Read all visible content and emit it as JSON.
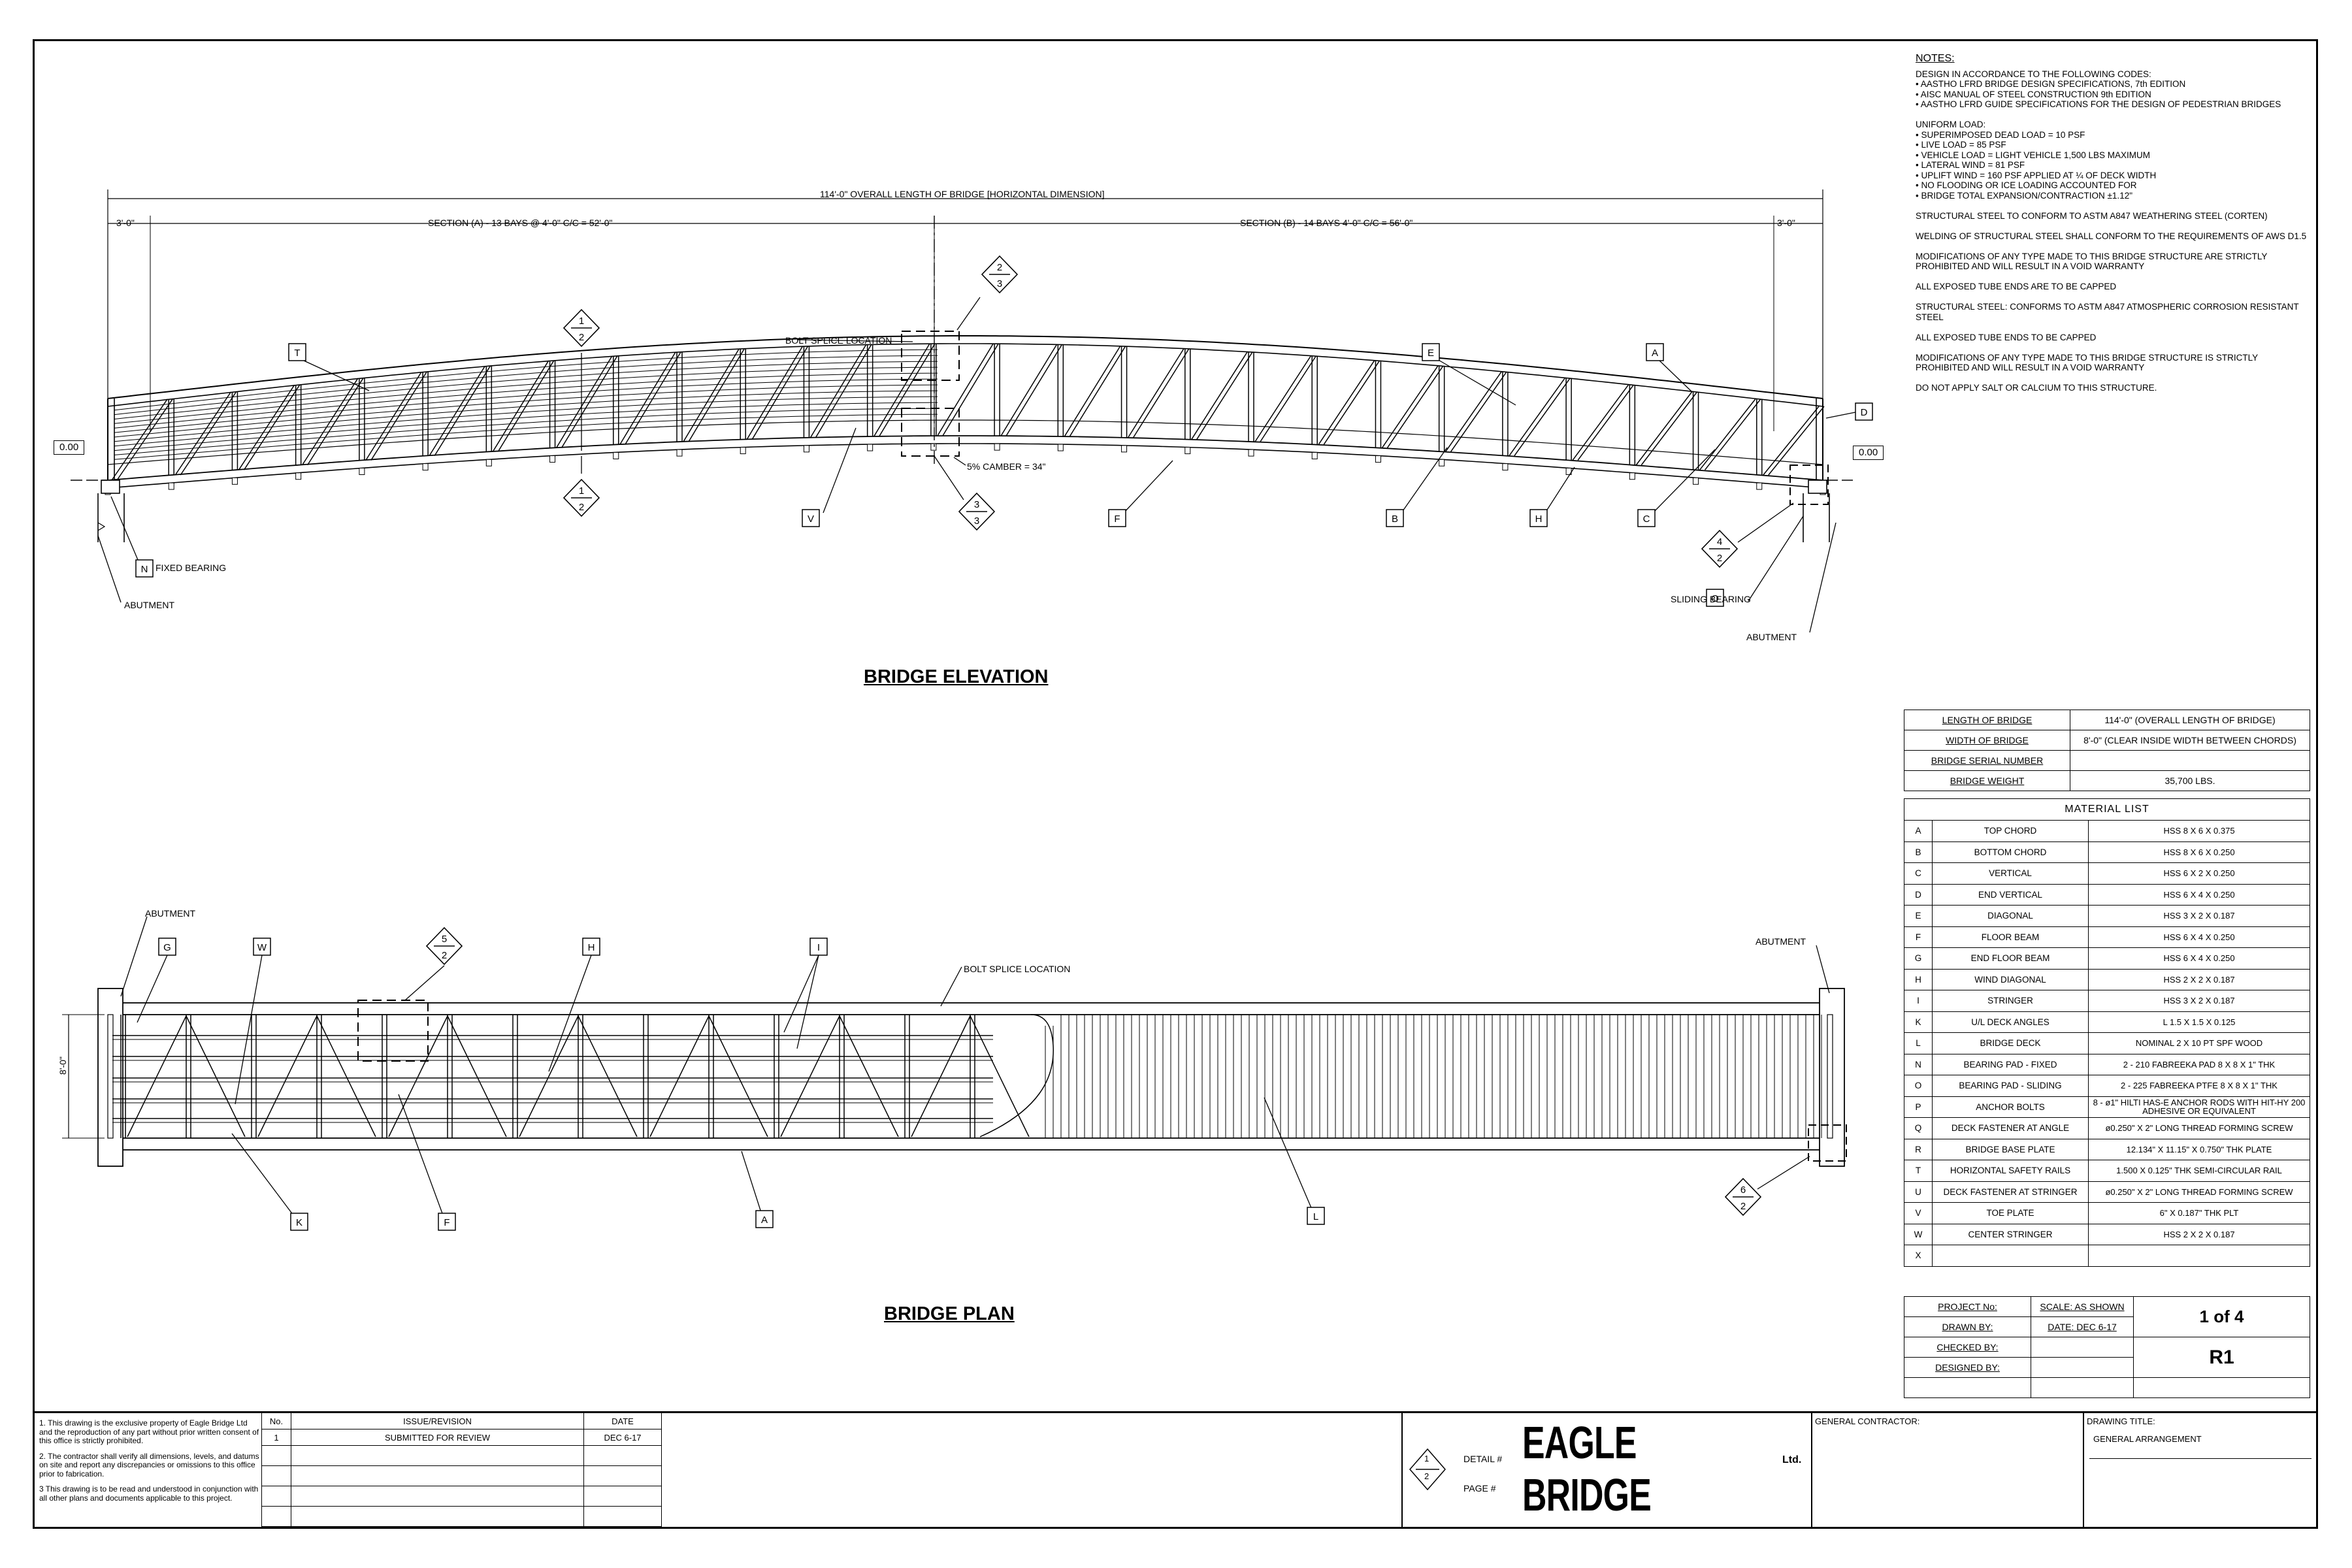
{
  "notes": {
    "heading": "NOTES:",
    "lines": [
      "DESIGN IN ACCORDANCE TO THE FOLLOWING CODES:",
      "  •  AASTHO LFRD BRIDGE DESIGN SPECIFICATIONS, 7th EDITION",
      "  •  AISC MANUAL OF STEEL CONSTRUCTION 9th EDITION",
      "  •  AASTHO LFRD GUIDE SPECIFICATIONS FOR THE DESIGN OF PEDESTRIAN BRIDGES",
      "",
      "UNIFORM LOAD:",
      "  •  SUPERIMPOSED DEAD LOAD = 10 PSF",
      "  •  LIVE LOAD = 85 PSF",
      "  •  VEHICLE LOAD = LIGHT VEHICLE 1,500 LBS MAXIMUM",
      "  •  LATERAL WIND = 81 PSF",
      "  •  UPLIFT WIND = 160 PSF APPLIED AT ¼ OF DECK WIDTH",
      "  •  NO FLOODING OR ICE LOADING ACCOUNTED FOR",
      "  •  BRIDGE TOTAL EXPANSION/CONTRACTION ±1.12\"",
      "",
      "STRUCTURAL STEEL TO CONFORM TO ASTM A847 WEATHERING STEEL (CORTEN)",
      "",
      "WELDING OF STRUCTURAL STEEL SHALL CONFORM TO THE REQUIREMENTS OF AWS D1.5",
      "",
      "MODIFICATIONS OF ANY TYPE MADE TO THIS BRIDGE STRUCTURE ARE STRICTLY",
      "PROHIBITED AND WILL RESULT IN A VOID WARRANTY",
      "",
      "ALL EXPOSED TUBE ENDS ARE TO BE CAPPED",
      "",
      "STRUCTURAL STEEL: CONFORMS TO ASTM A847 ATMOSPHERIC CORROSION RESISTANT",
      "STEEL",
      "",
      "ALL EXPOSED TUBE ENDS TO BE CAPPED",
      "",
      "MODIFICATIONS OF ANY TYPE MADE TO THIS BRIDGE STRUCTURE IS STRICTLY",
      "PROHIBITED AND WILL RESULT IN A VOID WARRANTY",
      "",
      "DO NOT APPLY SALT OR CALCIUM TO THIS STRUCTURE."
    ]
  },
  "elevation": {
    "title": "BRIDGE ELEVATION",
    "overall_dim": "114'-0\" OVERALL LENGTH OF BRIDGE [HORIZONTAL DIMENSION]",
    "dim_left": "3'-0\"",
    "dim_right": "3'-0\"",
    "section_a": "SECTION (A) - 13 BAYS @ 4'-0\" C/C = 52'-0\"",
    "section_b": "SECTION (B) - 14 BAYS 4'-0\" C/C = 56'-0\"",
    "bolt_splice": "BOLT SPLICE LOCATION",
    "camber": "5% CAMBER = 34\"",
    "elev_left": "0.00",
    "elev_right": "0.00",
    "fixed_bearing": "FIXED BEARING",
    "sliding_bearing": "SLIDING BEARING",
    "abutment_left": "ABUTMENT",
    "abutment_right": "ABUTMENT",
    "tags": {
      "T": "T",
      "A": "A",
      "E": "E",
      "D": "D",
      "V": "V",
      "F": "F",
      "B": "B",
      "H": "H",
      "C": "C",
      "N": "N",
      "O": "O"
    },
    "callouts": [
      {
        "top": "1",
        "bottom": "2"
      },
      {
        "top": "1",
        "bottom": "2"
      },
      {
        "top": "2",
        "bottom": "3"
      },
      {
        "top": "3",
        "bottom": "3"
      },
      {
        "top": "4",
        "bottom": "2"
      }
    ]
  },
  "plan": {
    "title": "BRIDGE PLAN",
    "abutment_left": "ABUTMENT",
    "abutment_right": "ABUTMENT",
    "bolt_splice": "BOLT SPLICE LOCATION",
    "width_dim": "8'-0\"",
    "tags": {
      "G": "G",
      "W": "W",
      "H": "H",
      "I": "I",
      "K": "K",
      "F": "F",
      "A": "A",
      "L": "L"
    },
    "callouts": [
      {
        "top": "5",
        "bottom": "2"
      },
      {
        "top": "6",
        "bottom": "2"
      }
    ]
  },
  "summary": [
    {
      "label": "LENGTH OF BRIDGE",
      "value": "114'-0\" (OVERALL LENGTH OF BRIDGE)"
    },
    {
      "label": "WIDTH OF BRIDGE",
      "value": "8'-0\" (CLEAR INSIDE WIDTH BETWEEN CHORDS)"
    },
    {
      "label": "BRIDGE SERIAL NUMBER",
      "value": ""
    },
    {
      "label": "BRIDGE WEIGHT",
      "value": "35,700 LBS."
    }
  ],
  "material_list": {
    "title": "MATERIAL LIST",
    "rows": [
      {
        "key": "A",
        "item": "TOP CHORD",
        "spec": "HSS 8 X 6 X 0.375"
      },
      {
        "key": "B",
        "item": "BOTTOM CHORD",
        "spec": "HSS 8 X 6 X 0.250"
      },
      {
        "key": "C",
        "item": "VERTICAL",
        "spec": "HSS 6 X 2 X 0.250"
      },
      {
        "key": "D",
        "item": "END VERTICAL",
        "spec": "HSS 6 X 4 X 0.250"
      },
      {
        "key": "E",
        "item": "DIAGONAL",
        "spec": "HSS 3 X 2 X 0.187"
      },
      {
        "key": "F",
        "item": "FLOOR BEAM",
        "spec": "HSS 6 X 4 X 0.250"
      },
      {
        "key": "G",
        "item": "END FLOOR BEAM",
        "spec": "HSS 6 X 4 X 0.250"
      },
      {
        "key": "H",
        "item": "WIND DIAGONAL",
        "spec": "HSS 2 X 2 X 0.187"
      },
      {
        "key": "I",
        "item": "STRINGER",
        "spec": "HSS 3 X 2 X 0.187"
      },
      {
        "key": "K",
        "item": "U/L DECK ANGLES",
        "spec": "L 1.5 X 1.5 X 0.125"
      },
      {
        "key": "L",
        "item": "BRIDGE DECK",
        "spec": "NOMINAL 2 X 10 PT SPF WOOD"
      },
      {
        "key": "N",
        "item": "BEARING PAD - FIXED",
        "spec": "2 - 210 FABREEKA PAD 8 X 8 X 1\" THK"
      },
      {
        "key": "O",
        "item": "BEARING PAD - SLIDING",
        "spec": "2 - 225 FABREEKA PTFE 8 X 8 X 1\" THK"
      },
      {
        "key": "P",
        "item": "ANCHOR BOLTS",
        "spec": "8 - ø1\" HILTI HAS-E ANCHOR RODS WITH HIT-HY 200 ADHESIVE OR EQUIVALENT"
      },
      {
        "key": "Q",
        "item": "DECK FASTENER AT ANGLE",
        "spec": "ø0.250\" X 2\" LONG THREAD FORMING SCREW"
      },
      {
        "key": "R",
        "item": "BRIDGE BASE PLATE",
        "spec": "12.134\" X 11.15\" X 0.750\" THK PLATE"
      },
      {
        "key": "T",
        "item": "HORIZONTAL SAFETY RAILS",
        "spec": "1.500 X 0.125\" THK SEMI-CIRCULAR RAIL"
      },
      {
        "key": "U",
        "item": "DECK FASTENER AT STRINGER",
        "spec": "ø0.250\" X 2\" LONG THREAD FORMING SCREW"
      },
      {
        "key": "V",
        "item": "TOE PLATE",
        "spec": "6\" X 0.187\" THK PLT"
      },
      {
        "key": "W",
        "item": "CENTER STRINGER",
        "spec": "HSS 2 X 2 X 0.187"
      },
      {
        "key": "X",
        "item": "",
        "spec": ""
      }
    ]
  },
  "project": {
    "project_no_label": "PROJECT No:",
    "scale": "SCALE: AS SHOWN",
    "drawn_by_label": "DRAWN BY:",
    "date": "DATE: DEC 6-17",
    "checked_by_label": "CHECKED BY:",
    "designed_by_label": "DESIGNED BY:",
    "sheet": "1 of 4",
    "revision": "R1"
  },
  "footer": {
    "note1": "1. This drawing is the exclusive property of Eagle Bridge Ltd and the reproduction of any part without prior written consent of this office is strictly prohibited.",
    "note2": "2. The contractor shall verify all dimensions, levels, and datums on site and report any discrepancies or omissions to this office prior to fabrication.",
    "note3": "3 This drawing is to be read and understood in conjunction with all other plans and documents applicable to this project.",
    "rev_headers": {
      "no": "No.",
      "issue": "ISSUE/REVISION",
      "date": "DATE"
    },
    "revisions": [
      {
        "no": "1",
        "issue": "SUBMITTED FOR REVIEW",
        "date": "DEC 6-17"
      }
    ],
    "detail_label": "DETAIL #",
    "page_label": "PAGE #",
    "legend_top": "1",
    "legend_bottom": "2",
    "logo_main": "EAGLE BRIDGE",
    "logo_suffix": "Ltd.",
    "general_contractor": "GENERAL CONTRACTOR:",
    "drawing_title_label": "DRAWING TITLE:",
    "drawing_title": "GENERAL ARRANGEMENT"
  }
}
